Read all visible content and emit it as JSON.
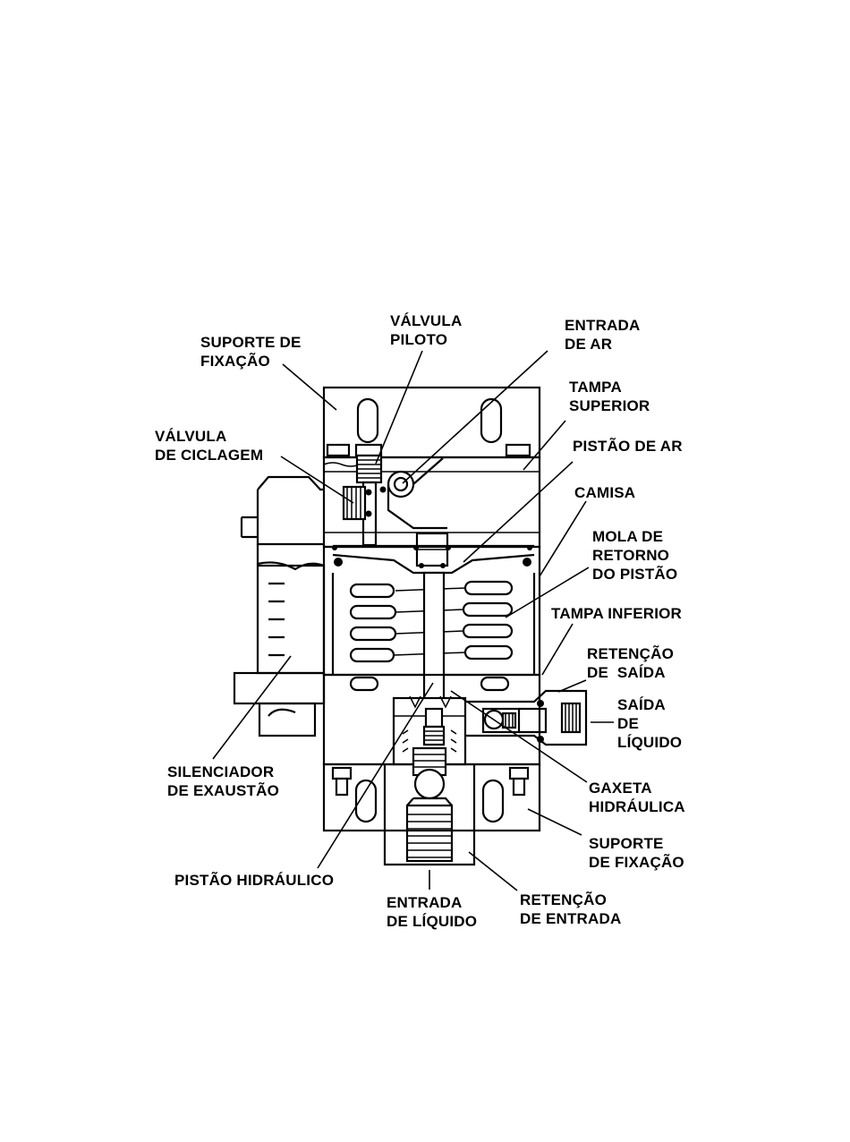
{
  "labels": {
    "suporte_fixacao_top": [
      "SUPORTE DE",
      "FIXAÇÃO"
    ],
    "valvula_piloto": [
      "VÁLVULA",
      "PILOTO"
    ],
    "entrada_ar": [
      "ENTRADA",
      "DE AR"
    ],
    "tampa_superior": [
      "TAMPA",
      "SUPERIOR"
    ],
    "valvula_ciclagem": [
      "VÁLVULA",
      "DE CICLAGEM"
    ],
    "pistao_ar": [
      "PISTÃO DE AR"
    ],
    "camisa": [
      "CAMISA"
    ],
    "mola_retorno": [
      "MOLA DE",
      "RETORNO",
      "DO PISTÃO"
    ],
    "tampa_inferior": [
      "TAMPA INFERIOR"
    ],
    "retencao_saida": [
      "RETENÇÃO",
      "DE  SAÍDA"
    ],
    "saida_liquido": [
      "SAÍDA",
      "DE",
      "LÍQUIDO"
    ],
    "silenciador": [
      "SILENCIADOR",
      "DE EXAUSTÃO"
    ],
    "gaxeta": [
      "GAXETA",
      "HIDRÁULICA"
    ],
    "suporte_fixacao_bottom": [
      "SUPORTE",
      "DE FIXAÇÃO"
    ],
    "pistao_hidraulico": [
      "PISTÃO HIDRÁULICO"
    ],
    "entrada_liquido": [
      "ENTRADA",
      "DE LÍQUIDO"
    ],
    "retencao_entrada": [
      "RETENÇÃO",
      "DE ENTRADA"
    ]
  }
}
